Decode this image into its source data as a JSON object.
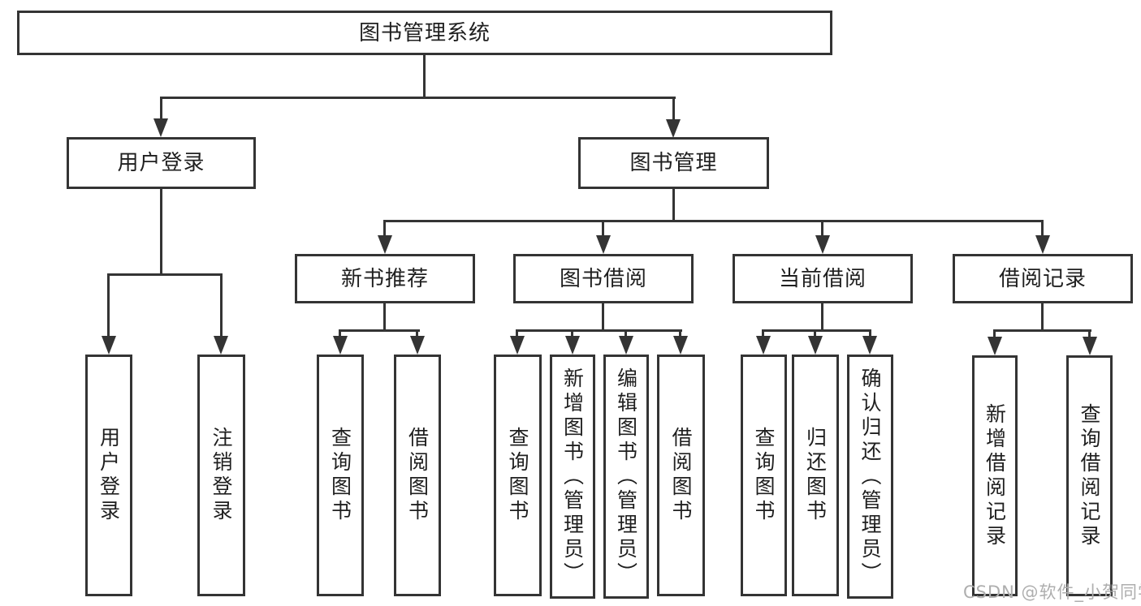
{
  "watermark": "CSDN @软件_小贺同学",
  "colors": {
    "line": "#343434",
    "text": "#1f1f1f",
    "box_background": "#ffffff",
    "page_background": "#ffffff",
    "watermark": "#aeaeae"
  },
  "diagram": {
    "type": "hierarchy-tree",
    "title": "图书管理系统",
    "children": [
      {
        "label": "用户登录",
        "children": [
          {
            "label": "用户登录"
          },
          {
            "label": "注销登录"
          }
        ]
      },
      {
        "label": "图书管理",
        "children": [
          {
            "label": "新书推荐",
            "children": [
              {
                "label": "查询图书"
              },
              {
                "label": "借阅图书"
              }
            ]
          },
          {
            "label": "图书借阅",
            "children": [
              {
                "label": "查询图书"
              },
              {
                "label": "新增图书（管理员）"
              },
              {
                "label": "编辑图书（管理员）"
              },
              {
                "label": "借阅图书"
              }
            ]
          },
          {
            "label": "当前借阅",
            "children": [
              {
                "label": "查询图书"
              },
              {
                "label": "归还图书"
              },
              {
                "label": "确认归还（管理员）"
              }
            ]
          },
          {
            "label": "借阅记录",
            "children": [
              {
                "label": "新增借阅记录"
              },
              {
                "label": "查询借阅记录"
              }
            ]
          }
        ]
      }
    ]
  }
}
